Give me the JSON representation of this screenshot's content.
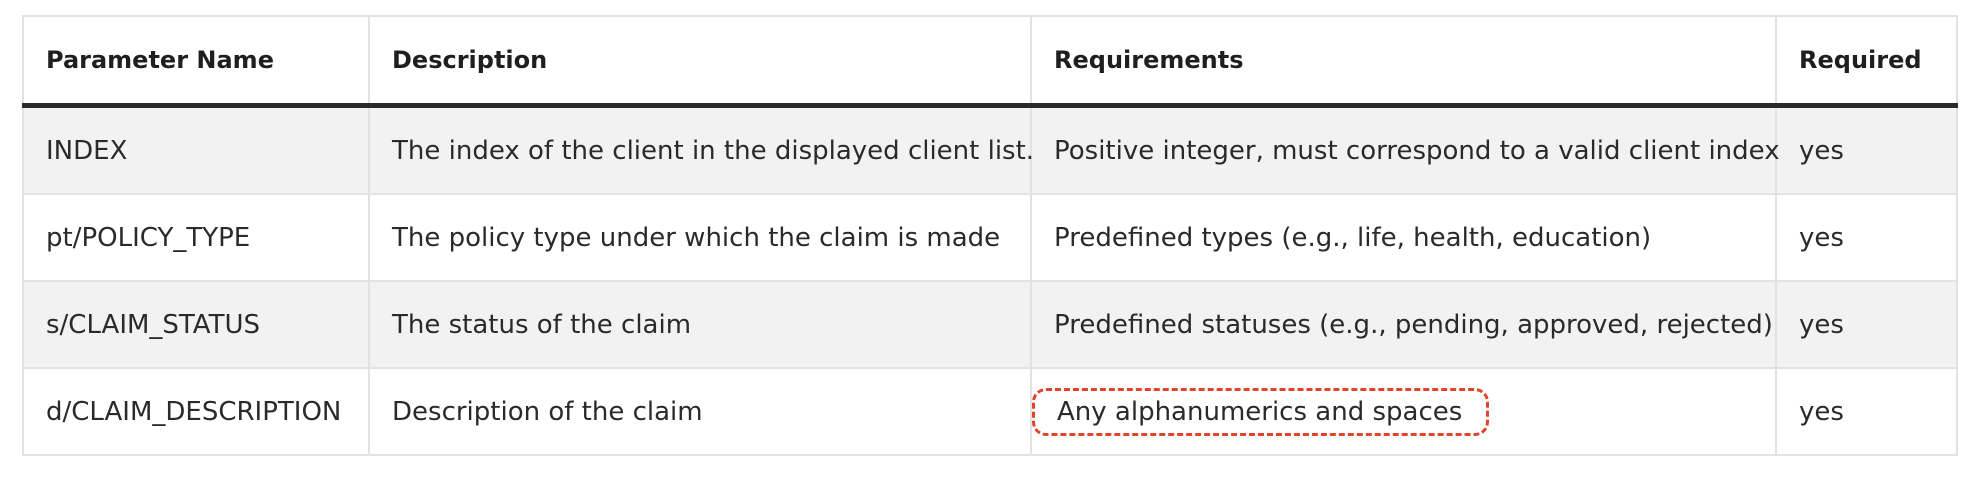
{
  "table": {
    "headers": [
      "Parameter Name",
      "Description",
      "Requirements",
      "Required"
    ],
    "rows": [
      {
        "name": "INDEX",
        "description": "The index of the client in the displayed client list.",
        "requirements": "Positive integer, must correspond to a valid client index",
        "required": "yes"
      },
      {
        "name": "pt/POLICY_TYPE",
        "description": "The policy type under which the claim is made",
        "requirements": "Predefined types (e.g., life, health, education)",
        "required": "yes"
      },
      {
        "name": "s/CLAIM_STATUS",
        "description": "The status of the claim",
        "requirements": "Predefined statuses (e.g., pending, approved, rejected)",
        "required": "yes"
      },
      {
        "name": "d/CLAIM_DESCRIPTION",
        "description": "Description of the claim",
        "requirements": "Any alphanumerics and spaces",
        "required": "yes"
      }
    ]
  },
  "colors": {
    "header_rule": "#2a2a2a",
    "stripe": "#f2f2f2",
    "border": "#e2e2e2",
    "highlight": "#e0452c"
  }
}
